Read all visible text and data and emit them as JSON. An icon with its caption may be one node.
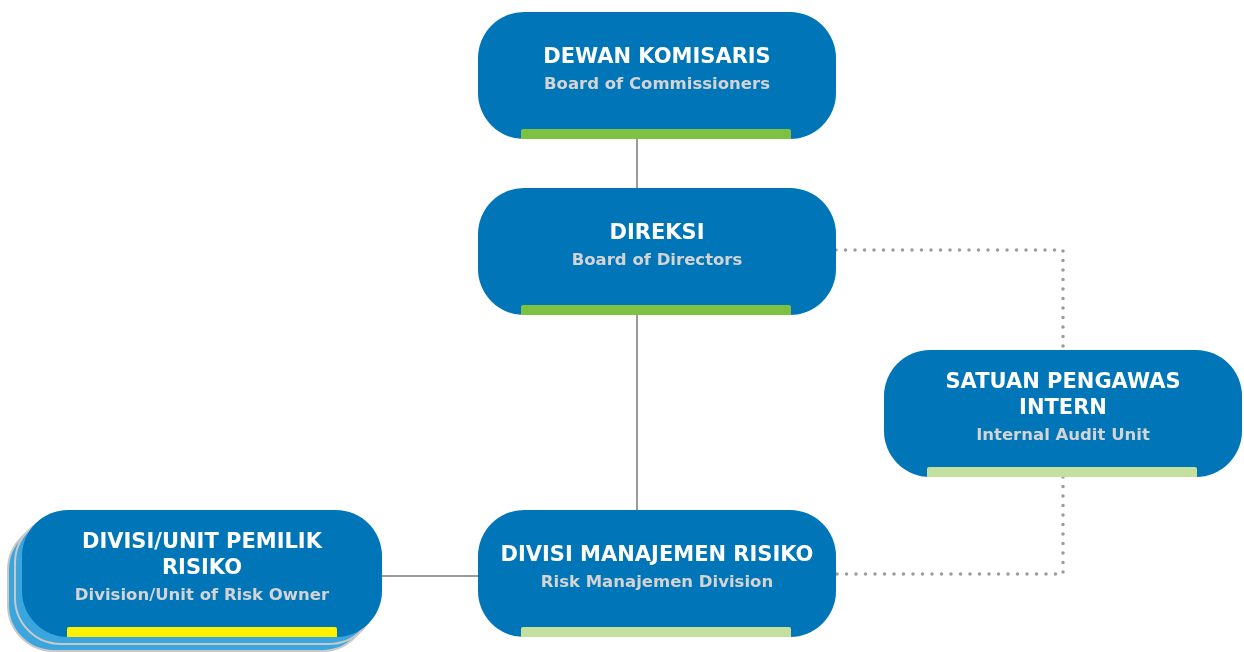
{
  "diagram": {
    "nodes": [
      {
        "text": [
          "DEWAN KOMISARIS",
          "Board of Commissioners"
        ]
      },
      {
        "text": [
          "DIREKSI",
          "Board of Directors"
        ]
      },
      {
        "text": [
          "SATUAN PENGAWAS INTERN",
          "Internal Audit Unit"
        ]
      },
      {
        "text": [
          "DIVISI/UNIT PEMILIK RISIKO",
          "Division/Unit of Risk Owner"
        ]
      },
      {
        "text": [
          "DIVISI MANAJEMEN RISIKO",
          "Risk Manajemen Division"
        ]
      }
    ],
    "edges": [
      {
        "from": 0,
        "to": 1,
        "arrow": "none"
      },
      {
        "from": 1,
        "to": 4,
        "arrow": "none"
      },
      {
        "from": 1,
        "to": 2,
        "arrow": "none",
        "style": "dashed"
      },
      {
        "from": 2,
        "to": 4,
        "arrow": "none",
        "style": "dashed"
      },
      {
        "from": 3,
        "to": 4,
        "arrow": "none"
      }
    ]
  }
}
